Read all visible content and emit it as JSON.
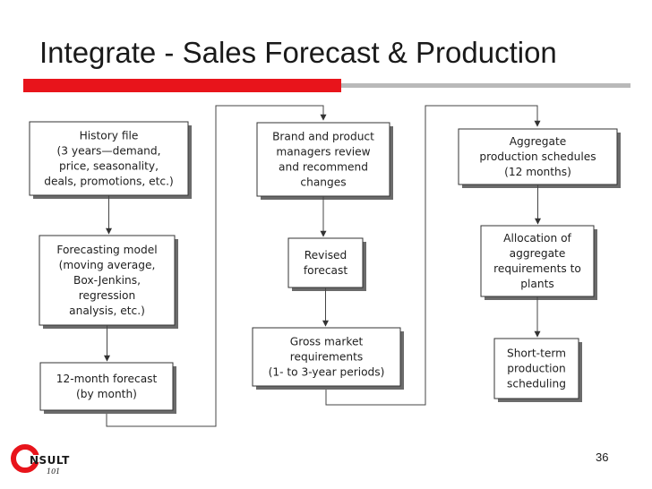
{
  "slide": {
    "title": "Integrate - Sales Forecast & Production",
    "page_number": "36",
    "accent_color": "#e8141b",
    "secondary_color": "#b9b9b9"
  },
  "logo": {
    "word": "NSULT",
    "sub": "101",
    "icon": "consult-logo-c-icon"
  },
  "diagram": {
    "columns": [
      {
        "boxes": [
          {
            "id": "history-file",
            "lines": [
              "History file",
              "(3 years—demand,",
              "price, seasonality,",
              "deals, promotions, etc.)"
            ]
          },
          {
            "id": "forecasting-model",
            "lines": [
              "Forecasting model",
              "(moving average,",
              "Box-Jenkins,",
              "regression",
              "analysis, etc.)"
            ]
          },
          {
            "id": "12-month-forecast",
            "lines": [
              "12-month forecast",
              "(by month)"
            ]
          }
        ]
      },
      {
        "boxes": [
          {
            "id": "brand-managers-review",
            "lines": [
              "Brand and product",
              "managers review",
              "and recommend",
              "changes"
            ]
          },
          {
            "id": "revised-forecast",
            "lines": [
              "Revised",
              "forecast"
            ]
          },
          {
            "id": "gross-market-requirements",
            "lines": [
              "Gross market",
              "requirements",
              "(1- to 3-year periods)"
            ]
          }
        ]
      },
      {
        "boxes": [
          {
            "id": "aggregate-production-schedules",
            "lines": [
              "Aggregate",
              "production schedules",
              "(12 months)"
            ]
          },
          {
            "id": "allocation-requirements",
            "lines": [
              "Allocation of",
              "aggregate",
              "requirements to",
              "plants"
            ]
          },
          {
            "id": "short-term-scheduling",
            "lines": [
              "Short-term",
              "production",
              "scheduling"
            ]
          }
        ]
      }
    ]
  }
}
